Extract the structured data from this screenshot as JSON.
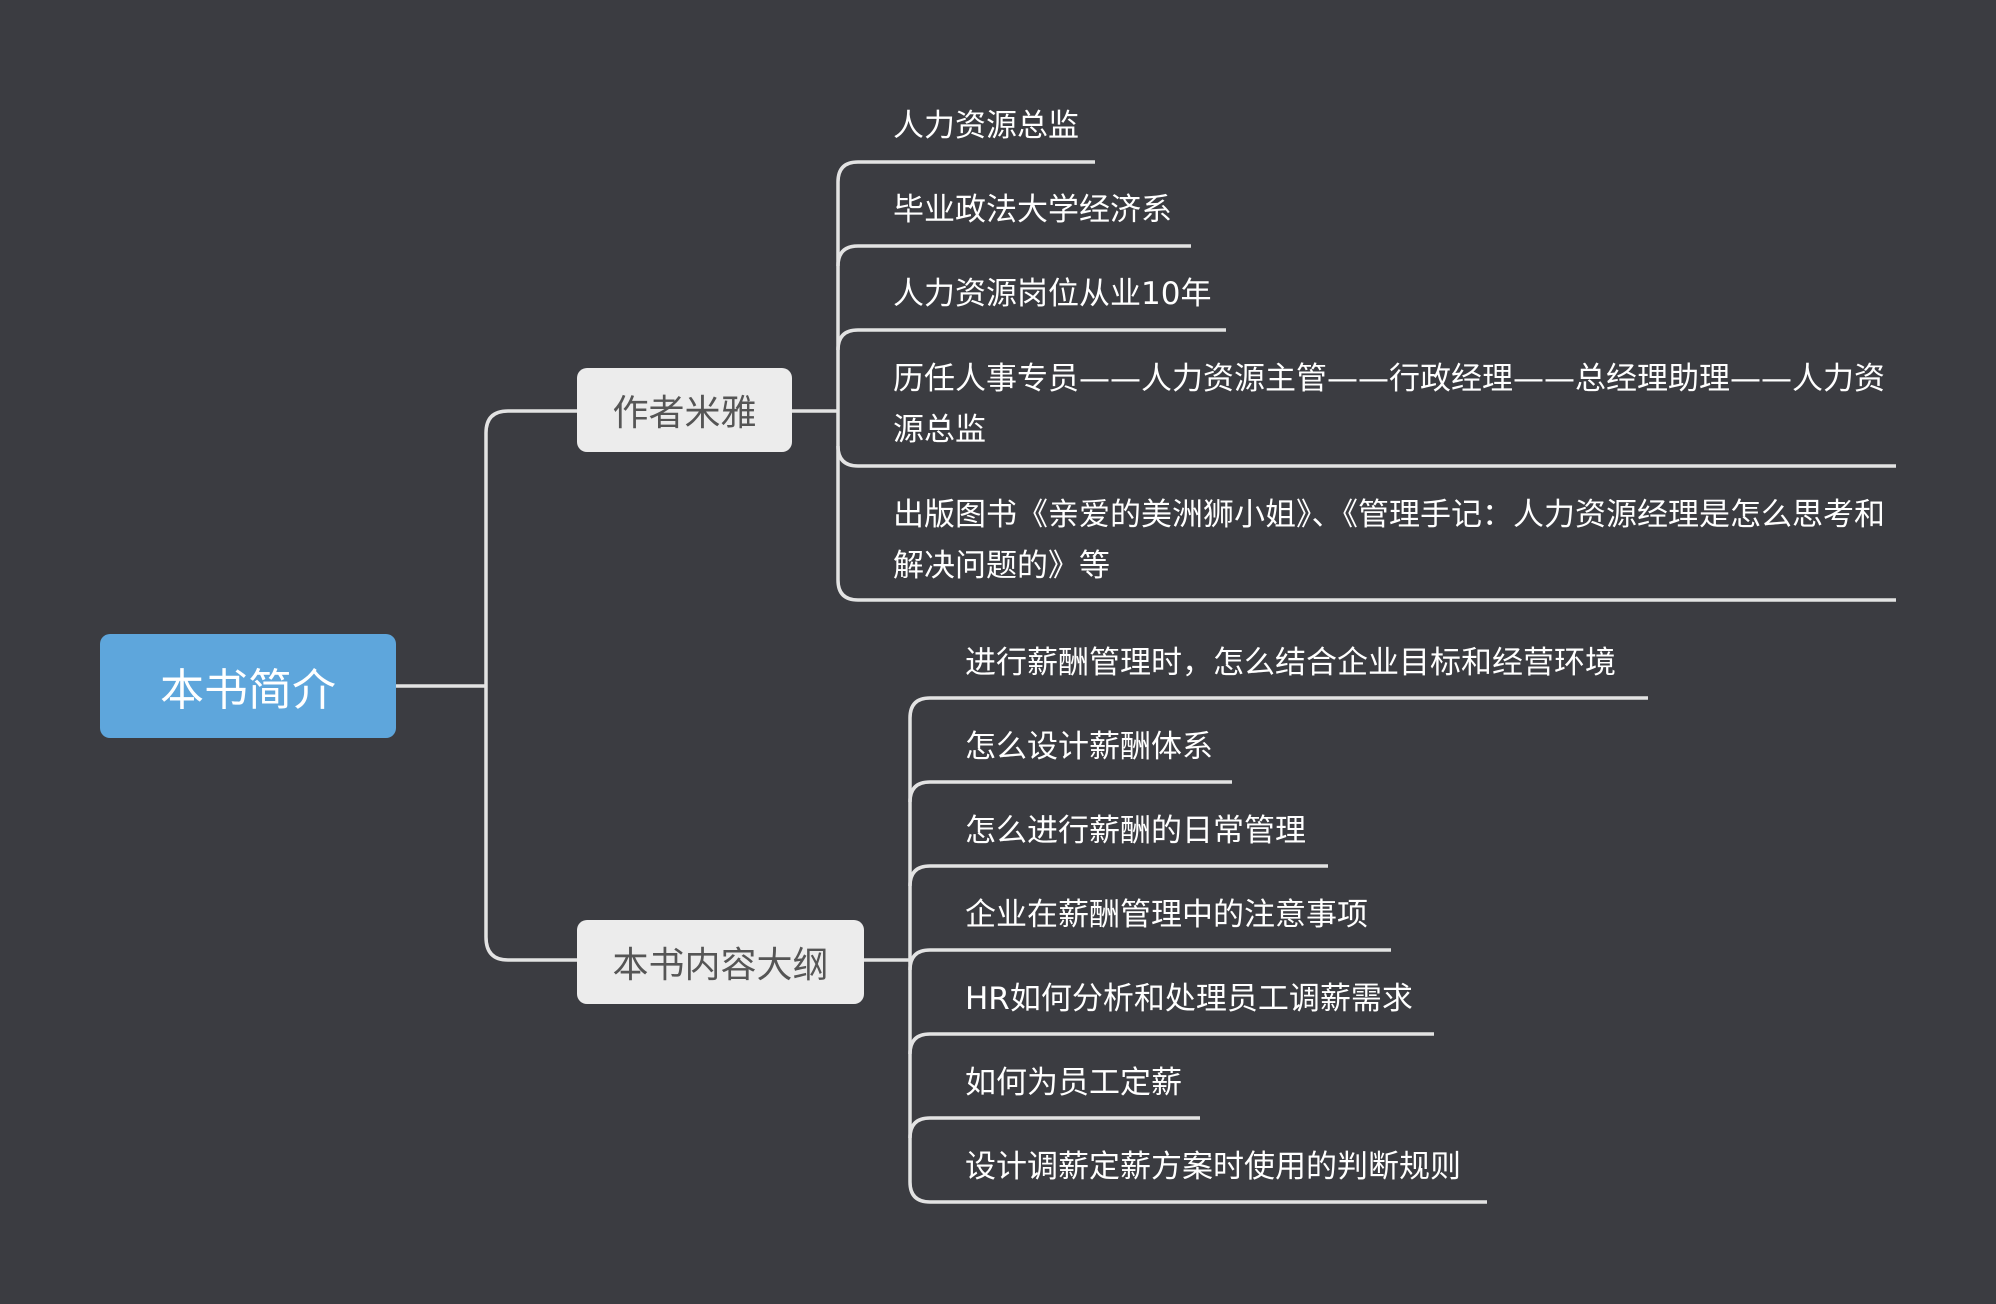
{
  "root": {
    "label": "本书简介"
  },
  "branches": [
    {
      "label": "作者米雅",
      "leaves": [
        "人力资源总监",
        "毕业政法大学经济系",
        "人力资源岗位从业10年",
        "历任人事专员——人力资源主管——行政经理——总经理助理——人力资源总监",
        "出版图书《亲爱的美洲狮小姐》、《管理手记：人力资源经理是怎么思考和解决问题的》等"
      ]
    },
    {
      "label": "本书内容大纲",
      "leaves": [
        "进行薪酬管理时，怎么结合企业目标和经营环境",
        "怎么设计薪酬体系",
        "怎么进行薪酬的日常管理",
        "企业在薪酬管理中的注意事项",
        "HR如何分析和处理员工调薪需求",
        "如何为员工定薪",
        "设计调薪定薪方案时使用的判断规则"
      ]
    }
  ]
}
